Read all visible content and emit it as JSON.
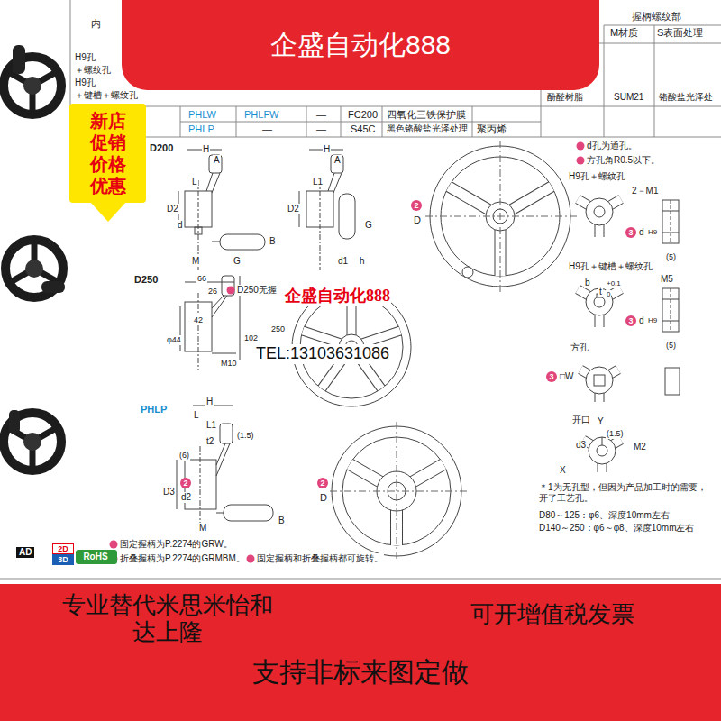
{
  "diagram": {
    "nodes": [
      {
        "text": [
          "企盛自动化888"
        ]
      },
      {
        "text": [
          "新店 促销 价格 优惠"
        ]
      },
      {
        "text": [
          "专业替代米思米怡和 达上隆",
          "可开增值税发票",
          "支持非标来图定做"
        ]
      },
      {
        "text": [
          "2D"
        ]
      },
      {
        "text": [
          "3D"
        ]
      },
      {
        "text": [
          "RoHS"
        ]
      }
    ],
    "labels": [
      "内",
      "H9孔",
      "＋螺纹孔",
      "H9孔",
      "＋键槽＋螺纹孔",
      "PHLW",
      "PHLFW",
      "—",
      "FC200",
      "四氧化三铁保护膜",
      "PHLP",
      "—",
      "—",
      "S45C",
      "黑色铬酸盐光泽处理",
      "聚丙烯",
      "握柄螺纹部",
      "M材质",
      "S表面处理",
      "酚醛树脂",
      "SUM21",
      "铬酸盐光泽处",
      "D200",
      "H",
      "A",
      "L",
      "D2",
      "d",
      "M",
      "G",
      "B",
      "H",
      "A",
      "L1",
      "D2",
      "d1",
      "G",
      "h",
      "2",
      "D",
      "d孔为通孔。",
      "方孔角R0.5以下。",
      "H9孔＋螺纹孔",
      "2－M1",
      "3",
      "d",
      "H9",
      "(5)",
      "H9孔＋键槽＋螺纹孔",
      "b",
      "t",
      "+0.1",
      "0",
      "M5",
      "3",
      "d",
      "H9",
      "(5)",
      "方孔",
      "3",
      "□W",
      "开口",
      "Y",
      "(1.5)",
      "d3",
      "M2",
      "X",
      "＊1为无孔型，但因为产品加工时的需要，开了工艺孔。",
      "D80～125：φ6、深度10mm左右",
      "D140～250：φ6～φ8、深度10mm左右",
      "D250",
      "66",
      "26",
      "42",
      "φ44",
      "M10",
      "102",
      "D250无握",
      "250",
      "PHLP",
      "H",
      "L",
      "L1",
      "(1.5)",
      "t2",
      "(6)",
      "D3",
      "2",
      "d2",
      "M",
      "B",
      "2",
      "D",
      "固定握柄为P.2274的GRW。",
      "折叠握柄为P.2274的GRMBM。",
      "固定握柄和折叠握柄都可旋转。",
      "AD",
      "企盛自动化888",
      "TEL:13103631086"
    ]
  }
}
